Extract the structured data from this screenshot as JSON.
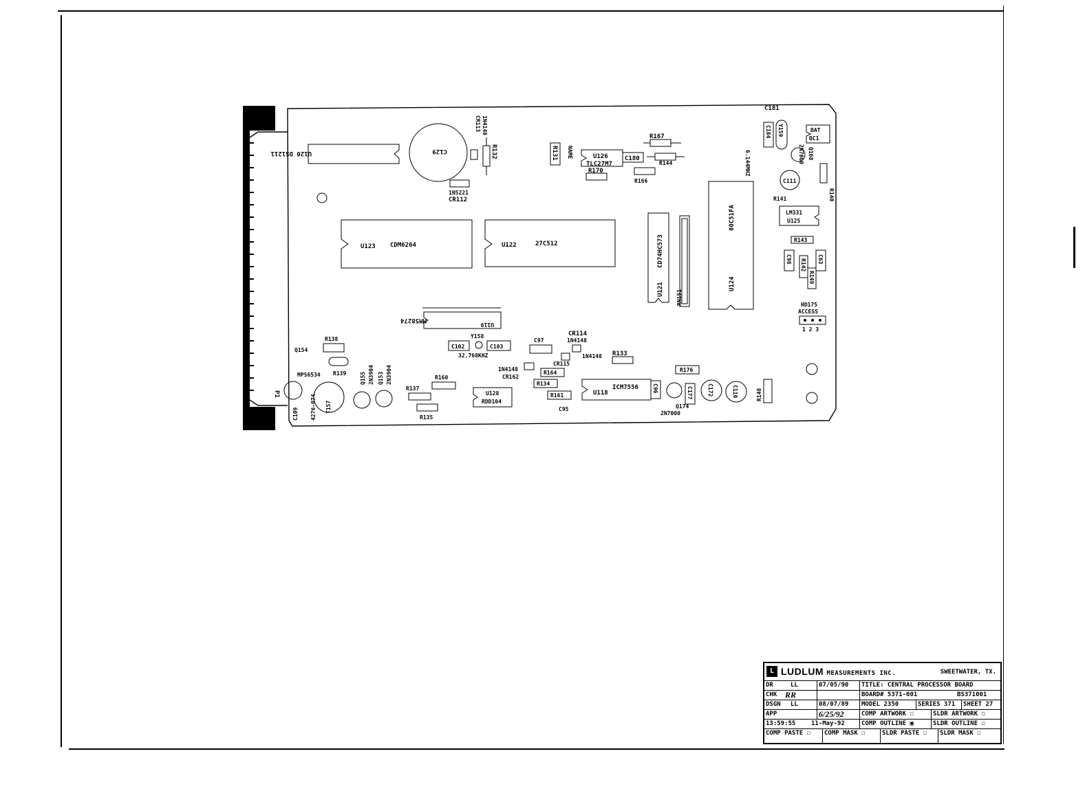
{
  "board": {
    "connector": "P1",
    "components": {
      "u120": "U120 DS1211",
      "c129": "C129",
      "cr113": "CR113",
      "cr113_part": "1N4148",
      "r132": "R132",
      "cr112_part": "1N5221",
      "cr112": "CR112",
      "r131": "R131",
      "name": "NAME",
      "u126": "U126",
      "u126_part": "TLC27M7",
      "c180": "C180",
      "r167": "R167",
      "r144": "R144",
      "r170": "R170",
      "r166": "R166",
      "c181": "C181",
      "c184": "C184",
      "y159": "Y159",
      "crystal_freq": "6.144MHZ",
      "bat": "BAT",
      "bc1": "BC1",
      "q168_part": "2N7000",
      "q168": "Q168",
      "c111": "C111",
      "r141": "R141",
      "r140": "R140",
      "u125": "U125",
      "u125_part": "LM331",
      "u123": "U123",
      "u123_part": "CDM6264",
      "u122": "U122",
      "u122_part": "27C512",
      "u121": "U121",
      "u121_part": "CD74HC573",
      "rn151": "RN151",
      "u124": "U124",
      "u124_part": "80C51FA",
      "r143": "R143",
      "c98": "C98",
      "r142": "R142",
      "r149": "R149",
      "c63": "C63",
      "hd175": "HD175",
      "access": "ACCESS",
      "pin_numbers": "1 2 3",
      "u119": "U119",
      "u119_part": "MM58274",
      "y158": "Y158",
      "c102": "C102",
      "c103": "C103",
      "y158_freq": "32.768KHZ",
      "c97": "C97",
      "cr114": "CR114",
      "cr114_part": "1N4148",
      "cr115_part": "1N4148",
      "cr115": "CR115",
      "r133": "R133",
      "cr162_part": "1N4148",
      "cr162": "CR162",
      "r164": "R164",
      "r134": "R134",
      "r161": "R161",
      "c95": "C95",
      "r176": "R176",
      "u118": "U118",
      "u118_part": "ICM7556",
      "c96": "C96",
      "c177": "C177",
      "q174": "Q174",
      "q174_part": "2N7000",
      "c172": "C172",
      "c110": "C110",
      "r148": "R148",
      "r138": "R138",
      "q154": "Q154",
      "q154_part": "MPS6534",
      "r139": "R139",
      "t157_part": "4276-074",
      "t157": "T157",
      "q155": "Q155",
      "q155_part": "2N3904",
      "q153": "Q153",
      "q153_part": "2N3904",
      "c109": "C109",
      "r137": "R137",
      "r160": "R160",
      "r135": "R135",
      "u128": "U128",
      "u128_part": "RDD104"
    }
  },
  "title_block": {
    "logo": "L",
    "company": "LUDLUM",
    "company_suffix": "MEASUREMENTS INC.",
    "location": "SWEETWATER, TX.",
    "rows": [
      {
        "label": "DR",
        "name": "LL",
        "date": "07/05/90",
        "info": "TITLE: CENTRAL PROCESSOR BOARD"
      },
      {
        "label": "CHK",
        "name": "RR",
        "date": "",
        "info": "BOARD# 5371-001",
        "info2": "BS371001"
      },
      {
        "label": "DSGN",
        "name": "LL",
        "date": "08/07/89",
        "info": "MODEL 2350",
        "info2": "SERIES 371",
        "info3": "SHEET 27"
      },
      {
        "label": "APP",
        "name": "",
        "date": "6/25/92",
        "info": "COMP ARTWORK ☐",
        "info2": "SLDR ARTWORK ☐"
      },
      {
        "label": "13:59:55",
        "name": "",
        "date": "11-May-92",
        "info": "COMP OUTLINE ▣",
        "info2": "SLDR OUTLINE ☐"
      },
      {
        "label": "COMP PASTE ☐",
        "info": "COMP MASK ☐",
        "info2": "SLDR PASTE ☐",
        "info3": "SLDR MASK ☐"
      }
    ]
  }
}
